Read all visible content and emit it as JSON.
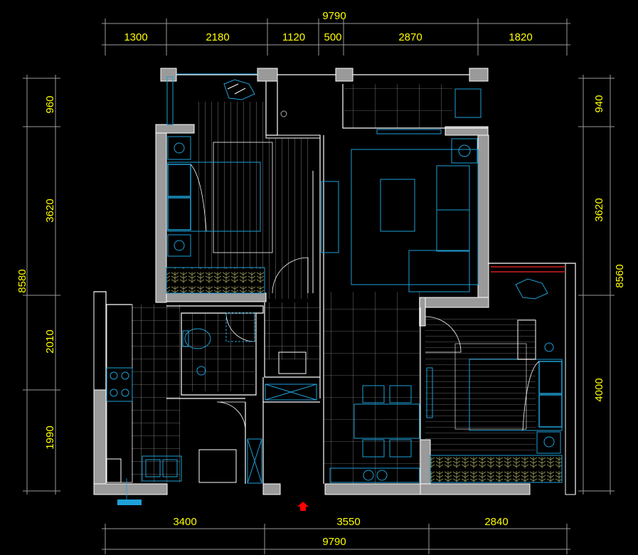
{
  "top_dimensions": {
    "total": "9790",
    "segments": [
      "1300",
      "2180",
      "1120",
      "500",
      "2870",
      "1820"
    ]
  },
  "bottom_dimensions": {
    "total": "9790",
    "segments": [
      "3400",
      "3550",
      "2840"
    ]
  },
  "left_dimensions": {
    "total": "8580",
    "segments": [
      "960",
      "3620",
      "2010",
      "1990"
    ]
  },
  "right_dimensions": {
    "total": "8560",
    "segments": [
      "940",
      "3620",
      "4000"
    ]
  },
  "colors": {
    "background": "#000000",
    "wall_fill": "#9a9a9a",
    "wall_line": "#ffffff",
    "furniture": "#1ea0d8",
    "dimension_text": "#ffff00",
    "dimension_line": "#9a9a9a",
    "entrance_marker": "#ff0000",
    "accent_wood": "#8a8a50"
  },
  "icons": {
    "entrance": "entrance-arrow-icon",
    "plant": "potted-plant-icon",
    "lamp": "lamp-icon",
    "stove": "gas-stove-icon",
    "sink": "kitchen-sink-icon",
    "toilet": "toilet-icon"
  }
}
